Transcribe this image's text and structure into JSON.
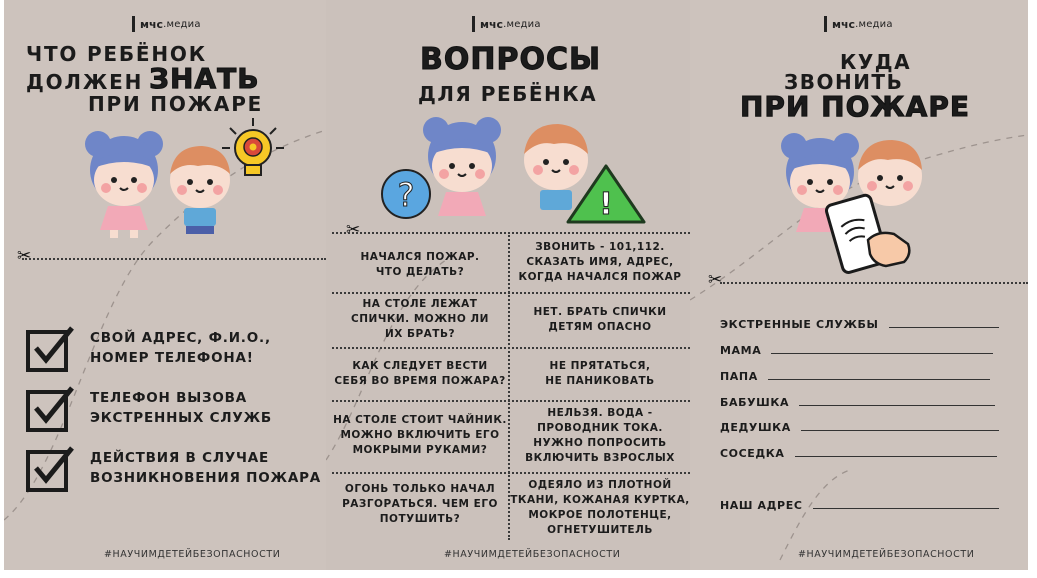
{
  "brand": {
    "name": "мчс",
    "suffix": ".медиа"
  },
  "panel1": {
    "title_line1": "ЧТО РЕБЁНОК",
    "title_line2a": "ДОЛЖЕН",
    "title_line2b": "ЗНАТЬ",
    "title_line3": "ПРИ ПОЖАРЕ",
    "items": [
      {
        "line1": "СВОЙ АДРЕС, Ф.И.О.,",
        "line2": "НОМЕР ТЕЛЕФОНА!"
      },
      {
        "line1": "ТЕЛЕФОН ВЫЗОВА",
        "line2": "ЭКСТРЕННЫХ СЛУЖБ"
      },
      {
        "line1": "ДЕЙСТВИЯ В СЛУЧАЕ",
        "line2": "ВОЗНИКНОВЕНИЯ ПОЖАРА"
      }
    ],
    "hashtag": "#НАУЧИМДЕТЕЙБЕЗОПАСНОСТИ"
  },
  "panel2": {
    "title_line1": "ВОПРОСЫ",
    "title_line2": "ДЛЯ РЕБЁНКА",
    "questions": [
      {
        "q1": "НАЧАЛСЯ ПОЖАР.",
        "q2": "ЧТО ДЕЛАТЬ?",
        "q3": "",
        "a1": "ЗВОНИТЬ - 101,112.",
        "a2": "СКАЗАТЬ ИМЯ, АДРЕС,",
        "a3": "КОГДА НАЧАЛСЯ ПОЖАР",
        "a4": ""
      },
      {
        "q1": "НА СТОЛЕ ЛЕЖАТ",
        "q2": "СПИЧКИ. МОЖНО ЛИ",
        "q3": "ИХ БРАТЬ?",
        "a1": "НЕТ. БРАТЬ СПИЧКИ",
        "a2": "ДЕТЯМ ОПАСНО",
        "a3": "",
        "a4": ""
      },
      {
        "q1": "КАК СЛЕДУЕТ ВЕСТИ",
        "q2": "СЕБЯ ВО ВРЕМЯ ПОЖАРА?",
        "q3": "",
        "a1": "НЕ ПРЯТАТЬСЯ,",
        "a2": "НЕ ПАНИКОВАТЬ",
        "a3": "",
        "a4": ""
      },
      {
        "q1": "НА СТОЛЕ СТОИТ ЧАЙНИК.",
        "q2": "МОЖНО ВКЛЮЧИТЬ ЕГО",
        "q3": "МОКРЫМИ РУКАМИ?",
        "a1": "НЕЛЬЗЯ. ВОДА -",
        "a2": "ПРОВОДНИК ТОКА.",
        "a3": "НУЖНО ПОПРОСИТЬ",
        "a4": "ВКЛЮЧИТЬ ВЗРОСЛЫХ"
      },
      {
        "q1": "ОГОНЬ ТОЛЬКО НАЧАЛ",
        "q2": "РАЗГОРАТЬСЯ. ЧЕМ ЕГО",
        "q3": "ПОТУШИТЬ?",
        "a1": "ОДЕЯЛО ИЗ ПЛОТНОЙ",
        "a2": "ТКАНИ, КОЖАНАЯ КУРТКА,",
        "a3": "МОКРОЕ ПОЛОТЕНЦЕ,",
        "a4": "ОГНЕТУШИТЕЛЬ"
      }
    ],
    "question_mark": "?",
    "warning_mark": "!",
    "hashtag": "#НАУЧИМДЕТЕЙБЕЗОПАСНОСТИ"
  },
  "panel3": {
    "title_line1": "КУДА",
    "title_line2": "ЗВОНИТЬ",
    "title_line3": "ПРИ ПОЖАРЕ",
    "contacts": [
      "ЭКСТРЕННЫЕ СЛУЖБЫ",
      "МАМА",
      "ПАПА",
      "БАБУШКА",
      "ДЕДУШКА",
      "СОСЕДКА"
    ],
    "address_label": "НАШ АДРЕС",
    "hashtag": "#НАУЧИМДЕТЕЙБЕЗОПАСНОСТИ"
  },
  "colors": {
    "background": "#cdc3bd",
    "girl_hair": "#6f86c8",
    "boy_hair": "#dd8e62",
    "skin": "#f7ddd0",
    "cheek": "#f3a3a3",
    "girl_dress": "#f2a9b7",
    "boy_shirt": "#5fa8d8",
    "warning_green": "#4fc14e",
    "question_blue": "#5aa6e0",
    "bulb_yellow": "#f6c826",
    "gear_red": "#d94a3a"
  },
  "icons": [
    "scissors-icon",
    "check-box-icon",
    "light-bulb-icon",
    "question-icon",
    "warning-icon",
    "tablet-hand-icon"
  ]
}
